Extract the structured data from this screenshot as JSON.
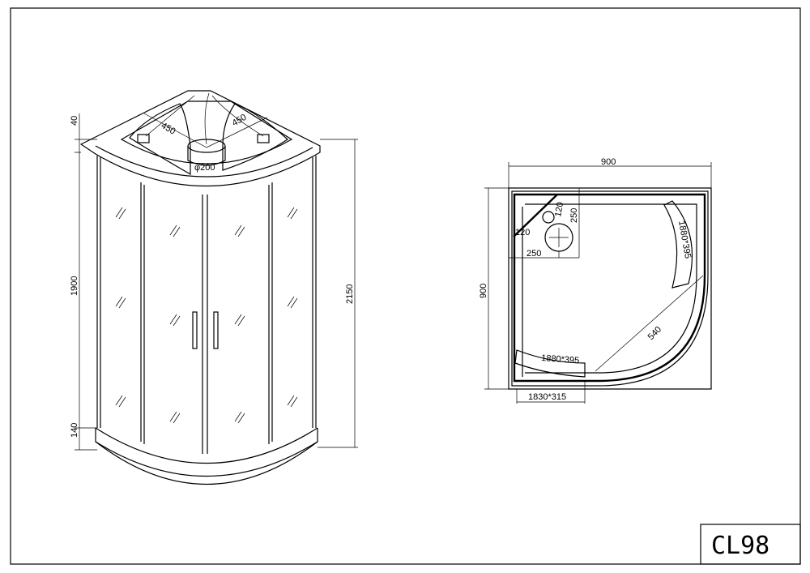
{
  "title_block": {
    "model": "CL98"
  },
  "elevation": {
    "dims": {
      "top": "40",
      "height": "1900",
      "base": "140",
      "total": "2150",
      "jet_left": "450",
      "jet_right": "450",
      "shower_head": "φ200"
    }
  },
  "plan": {
    "dims": {
      "width": "900",
      "depth": "900",
      "corner_a": "120",
      "corner_b": "120",
      "offset_v": "250",
      "offset_h": "250",
      "glass_right": "1880*395",
      "glass_left": "1880*395",
      "door": "540",
      "base_glass": "1830*315"
    }
  }
}
